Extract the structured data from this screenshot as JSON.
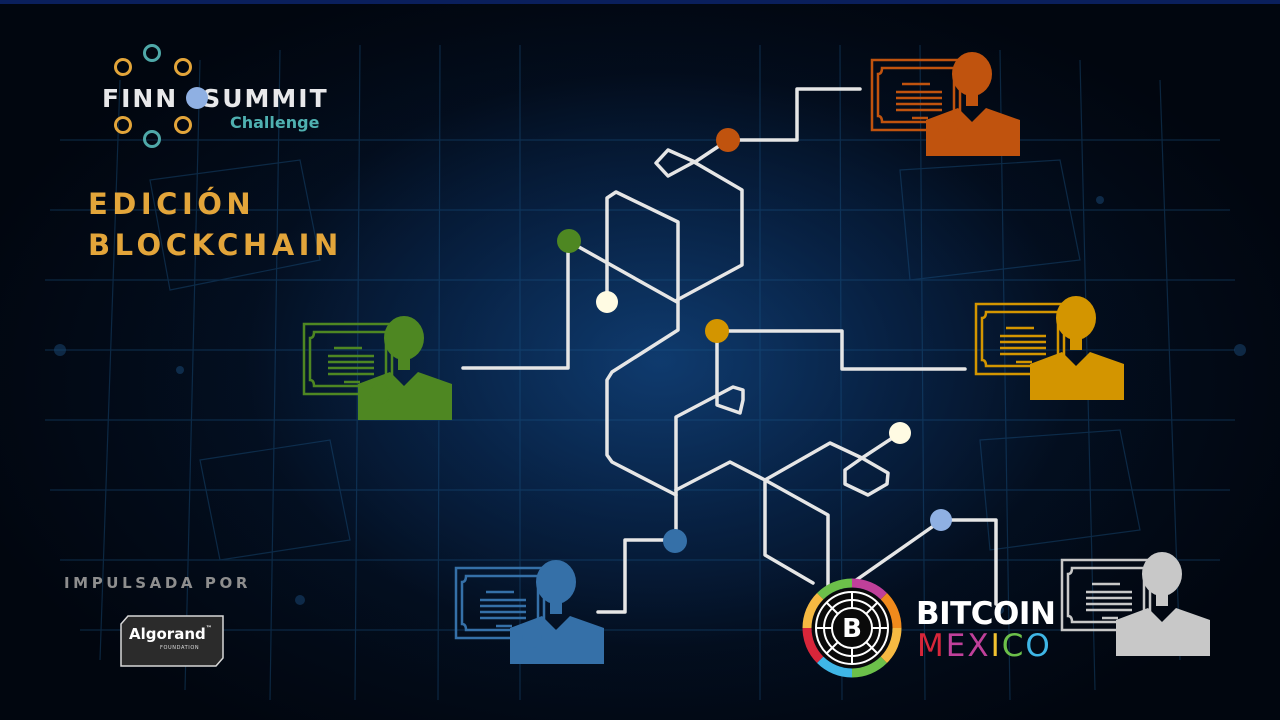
{
  "brand": {
    "name_part1": "FINN",
    "name_part2": "SUMMIT",
    "subtitle": "Challenge",
    "colors": {
      "gold": "#e3a53a",
      "teal": "#4fa8a8",
      "dot": "#8fb0e3",
      "text": "#e8e8ea"
    }
  },
  "headline": {
    "line1": "EDICIÓN",
    "line2": "BLOCKCHAIN",
    "color": "#e3a53a"
  },
  "sponsor": {
    "label": "IMPULSADA POR",
    "name": "Algorand",
    "trademark": "™",
    "subname": "FOUNDATION"
  },
  "partner": {
    "name_line1": "BITCOIN",
    "name_line2_letters": [
      "M",
      "E",
      "X",
      "I",
      "C",
      "O"
    ],
    "name_line2_colors": [
      "#d8263a",
      "#c0409a",
      "#c0409a",
      "#f2c230",
      "#6cc04a",
      "#3fb6e6"
    ],
    "ring_colors": [
      "#6cc04a",
      "#c0409a",
      "#f08a1c",
      "#f5b942",
      "#6cc04a",
      "#3fb6e6",
      "#d8263a",
      "#f5b942"
    ]
  },
  "personas": [
    {
      "id": "orange",
      "color": "#c0530e",
      "icon": "certificate-person-icon"
    },
    {
      "id": "green",
      "color": "#4e8722",
      "icon": "certificate-person-icon"
    },
    {
      "id": "yellow",
      "color": "#d39500",
      "icon": "certificate-person-icon"
    },
    {
      "id": "blue",
      "color": "#3570a8",
      "icon": "certificate-person-icon"
    },
    {
      "id": "gray",
      "color": "#c8c8c8",
      "icon": "certificate-person-icon"
    }
  ],
  "circuit": {
    "line_color": "#e6e6e6",
    "nodes": [
      {
        "id": "orange",
        "color": "#c0530e"
      },
      {
        "id": "green",
        "color": "#4e8722"
      },
      {
        "id": "cream-top",
        "color": "#fffbe3"
      },
      {
        "id": "yellow",
        "color": "#d39500"
      },
      {
        "id": "cream-right",
        "color": "#fffbe3"
      },
      {
        "id": "blue",
        "color": "#3570a8"
      },
      {
        "id": "periwinkle",
        "color": "#8fb0e3"
      }
    ]
  }
}
